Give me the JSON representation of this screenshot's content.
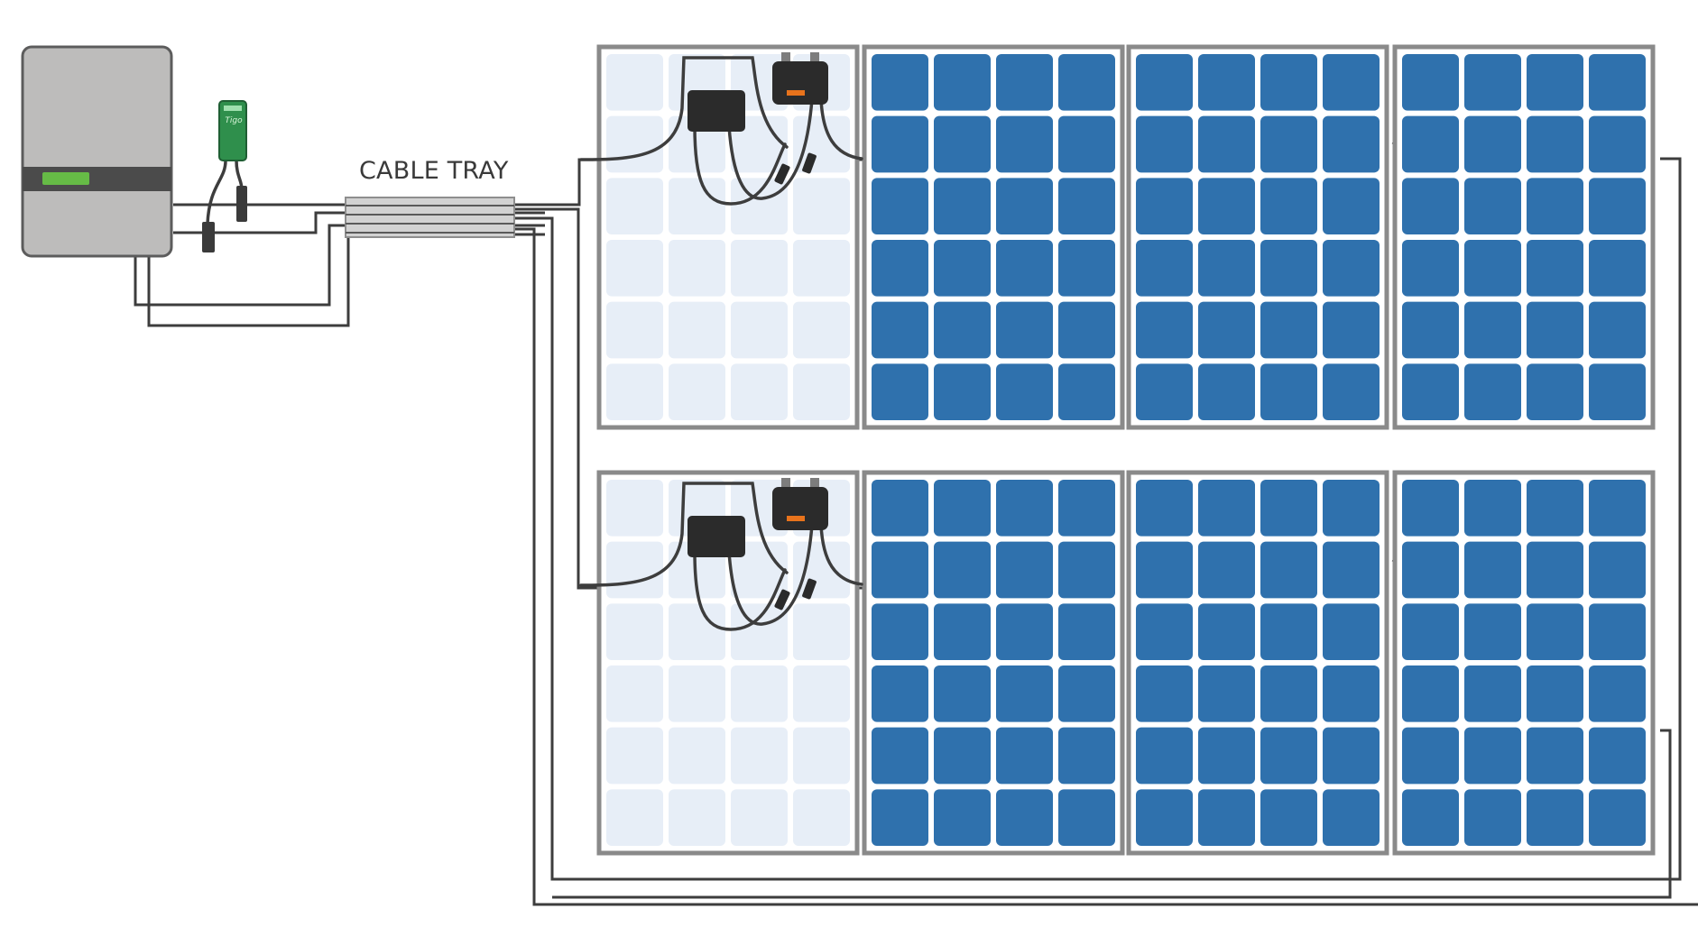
{
  "diagram": {
    "labels": {
      "cable_tray": "CABLE TRAY",
      "transmitter_brand": "Tigo"
    },
    "colors": {
      "background": "#ffffff",
      "wire": "#3d3d3d",
      "panel_cell_active": "#2f71ad",
      "panel_cell_inactive": "#e7eef7",
      "panel_frame": "#8a8a8a",
      "inverter_body": "#bdbcbb",
      "inverter_band": "#4b4b4b",
      "inverter_led": "#66bb46",
      "transmitter_body": "#2f8f4c",
      "optimizer_body": "#2b2b2b",
      "warning_label": "#e8731c",
      "cable_tray": "#8e8e8e"
    },
    "panel_rows": [
      {
        "name": "top-row",
        "panels": [
          {
            "state": "shaded"
          },
          {
            "state": "active"
          },
          {
            "state": "active"
          },
          {
            "state": "active"
          }
        ]
      },
      {
        "name": "bottom-row",
        "panels": [
          {
            "state": "shaded"
          },
          {
            "state": "active"
          },
          {
            "state": "active"
          },
          {
            "state": "active"
          }
        ]
      }
    ],
    "panel_grid": {
      "columns": 4,
      "rows": 6
    },
    "icons": {
      "inverter": "inverter-icon",
      "transmitter": "transmitter-icon",
      "optimizer": "optimizer-icon",
      "junction_box": "junction-box-icon",
      "connector": "mc4-connector-icon"
    }
  }
}
